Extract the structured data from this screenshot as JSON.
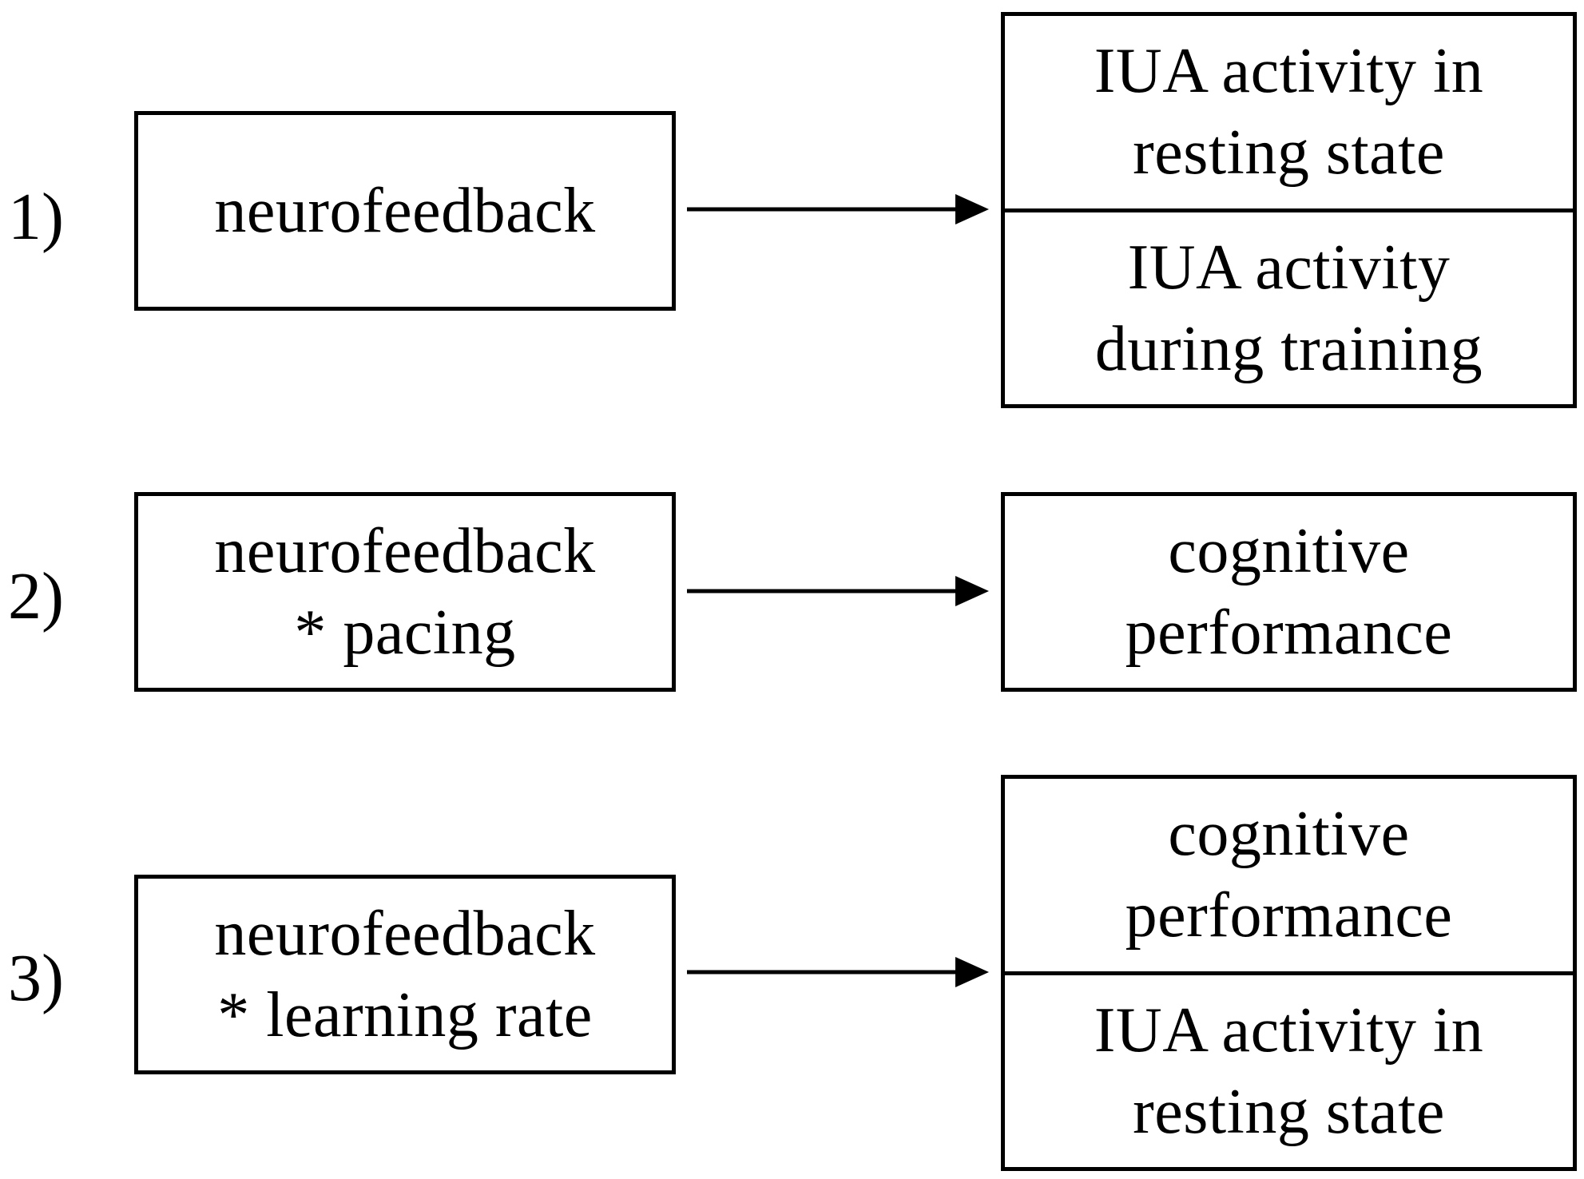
{
  "rows": [
    {
      "label": "1)",
      "source": [
        "neurofeedback"
      ],
      "targets": [
        [
          "IUA activity  in",
          "resting state"
        ],
        [
          "IUA activity",
          "during  training"
        ]
      ]
    },
    {
      "label": "2)",
      "source": [
        "neurofeedback",
        "* pacing"
      ],
      "targets": [
        [
          "cognitive",
          "performance"
        ]
      ]
    },
    {
      "label": "3)",
      "source": [
        "neurofeedback",
        "* learning  rate"
      ],
      "targets": [
        [
          "cognitive",
          "performance"
        ],
        [
          "IUA activity  in",
          "resting state"
        ]
      ]
    }
  ]
}
